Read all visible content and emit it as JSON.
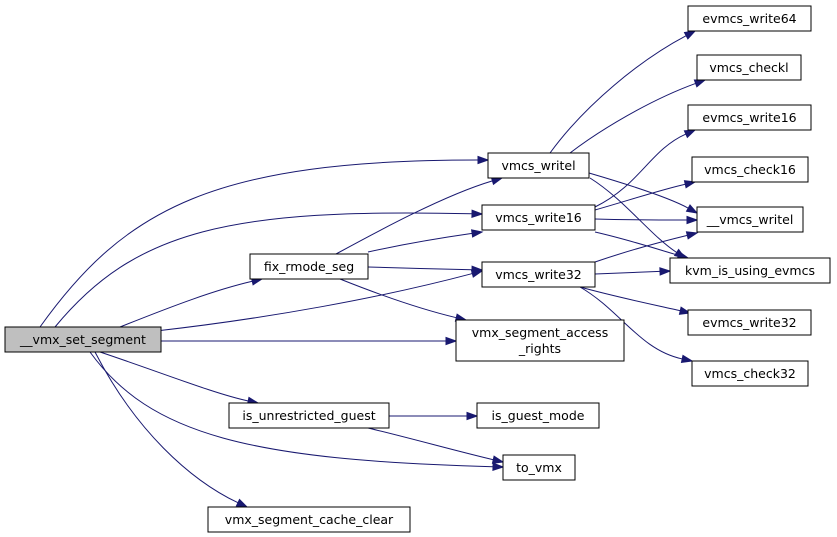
{
  "colors": {
    "edge": "#191970",
    "arrow": "#191970",
    "node_fill": "#ffffff",
    "root_fill": "#bfbfbf",
    "border": "#000000"
  },
  "nodes": [
    {
      "id": "n0",
      "lines": [
        "__vmx_set_segment"
      ],
      "root": true
    },
    {
      "id": "n1",
      "lines": [
        "vmcs_writel"
      ]
    },
    {
      "id": "n2",
      "lines": [
        "vmcs_write16"
      ]
    },
    {
      "id": "n3",
      "lines": [
        "fix_rmode_seg"
      ]
    },
    {
      "id": "n4",
      "lines": [
        "vmcs_write32"
      ]
    },
    {
      "id": "n5",
      "lines": [
        "vmx_segment_access",
        "_rights"
      ]
    },
    {
      "id": "n6",
      "lines": [
        "is_unrestricted_guest"
      ]
    },
    {
      "id": "n7",
      "lines": [
        "is_guest_mode"
      ]
    },
    {
      "id": "n8",
      "lines": [
        "to_vmx"
      ]
    },
    {
      "id": "n9",
      "lines": [
        "vmx_segment_cache_clear"
      ]
    },
    {
      "id": "n10",
      "lines": [
        "evmcs_write64"
      ]
    },
    {
      "id": "n11",
      "lines": [
        "vmcs_checkl"
      ]
    },
    {
      "id": "n12",
      "lines": [
        "evmcs_write16"
      ]
    },
    {
      "id": "n13",
      "lines": [
        "vmcs_check16"
      ]
    },
    {
      "id": "n14",
      "lines": [
        "__vmcs_writel"
      ]
    },
    {
      "id": "n15",
      "lines": [
        "kvm_is_using_evmcs"
      ]
    },
    {
      "id": "n16",
      "lines": [
        "evmcs_write32"
      ]
    },
    {
      "id": "n17",
      "lines": [
        "vmcs_check32"
      ]
    }
  ],
  "edges": [
    {
      "from": "n0",
      "to": "n1"
    },
    {
      "from": "n0",
      "to": "n2"
    },
    {
      "from": "n0",
      "to": "n3"
    },
    {
      "from": "n0",
      "to": "n4"
    },
    {
      "from": "n0",
      "to": "n5"
    },
    {
      "from": "n0",
      "to": "n6"
    },
    {
      "from": "n0",
      "to": "n8"
    },
    {
      "from": "n0",
      "to": "n9"
    },
    {
      "from": "n3",
      "to": "n1"
    },
    {
      "from": "n3",
      "to": "n2"
    },
    {
      "from": "n3",
      "to": "n4"
    },
    {
      "from": "n3",
      "to": "n5"
    },
    {
      "from": "n1",
      "to": "n10"
    },
    {
      "from": "n1",
      "to": "n11"
    },
    {
      "from": "n1",
      "to": "n14"
    },
    {
      "from": "n1",
      "to": "n15"
    },
    {
      "from": "n2",
      "to": "n12"
    },
    {
      "from": "n2",
      "to": "n13"
    },
    {
      "from": "n2",
      "to": "n14"
    },
    {
      "from": "n2",
      "to": "n15"
    },
    {
      "from": "n4",
      "to": "n14"
    },
    {
      "from": "n4",
      "to": "n15"
    },
    {
      "from": "n4",
      "to": "n16"
    },
    {
      "from": "n4",
      "to": "n17"
    },
    {
      "from": "n6",
      "to": "n7"
    },
    {
      "from": "n6",
      "to": "n8"
    }
  ]
}
